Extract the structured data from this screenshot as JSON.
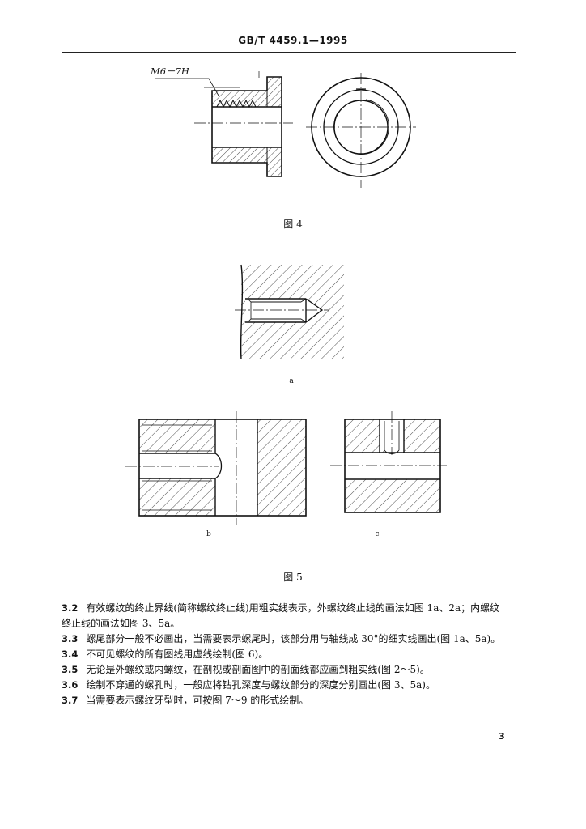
{
  "header": {
    "standard": "GB/T 4459.1—1995"
  },
  "figure4": {
    "thread_label": "M6－7H",
    "caption": "图 4"
  },
  "figure5": {
    "sub_a": "a",
    "sub_b": "b",
    "sub_c": "c",
    "caption": "图 5"
  },
  "paragraphs": [
    {
      "num": "3.2",
      "line1": "有效螺纹的终止界线(简称螺纹终止线)用粗实线表示，外螺纹终止线的画法如图 1a、2a；内螺纹",
      "line2": "终止线的画法如图 3、5a。"
    },
    {
      "num": "3.3",
      "text": "螺尾部分一般不必画出，当需要表示螺尾时，该部分用与轴线成 30°的细实线画出(图 1a、5a)。"
    },
    {
      "num": "3.4",
      "text": "不可见螺纹的所有图线用虚线绘制(图 6)。"
    },
    {
      "num": "3.5",
      "text": "无论是外螺纹或内螺纹，在剖视或剖面图中的剖面线都应画到粗实线(图 2～5)。"
    },
    {
      "num": "3.6",
      "text": "绘制不穿通的螺孔时，一般应将钻孔深度与螺纹部分的深度分别画出(图 3、5a)。"
    },
    {
      "num": "3.7",
      "text": "当需要表示螺纹牙型时，可按图 7～9 的形式绘制。"
    }
  ],
  "page_number": "3"
}
